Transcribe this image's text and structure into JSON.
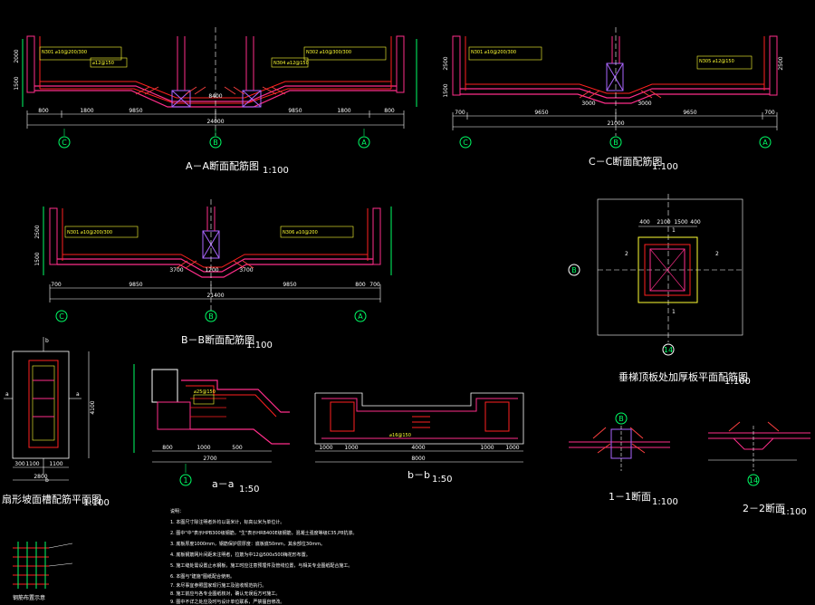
{
  "sections": {
    "aa": {
      "title": "A－A断面配筋图",
      "scale": "1:100",
      "dims": [
        "800",
        "1800",
        "9850",
        "9850",
        "1800",
        "800",
        "24000",
        "8400"
      ],
      "heights": [
        "2000",
        "1500"
      ],
      "axes": [
        "C",
        "B",
        "A"
      ]
    },
    "cc": {
      "title": "C－C断面配筋图",
      "scale": "1:100",
      "dims": [
        "700",
        "9650",
        "9650",
        "700",
        "21000",
        "3000",
        "3000"
      ],
      "heights": [
        "2500",
        "1500"
      ],
      "axes": [
        "C",
        "B",
        "A"
      ]
    },
    "bb": {
      "title": "B－B断面配筋图",
      "scale": "1:100",
      "dims": [
        "700",
        "9850",
        "9850",
        "800",
        "700",
        "21400",
        "3700",
        "1200",
        "3700"
      ],
      "heights": [
        "2500",
        "1500"
      ],
      "axes": [
        "C",
        "B",
        "A"
      ]
    },
    "plan": {
      "title": "垂梯顶板处加厚板平面配筋图",
      "scale": "1:100",
      "dims": [
        "400",
        "2100",
        "1500",
        "400"
      ],
      "axes": [
        "B",
        "14"
      ],
      "marks": [
        "2",
        "2",
        "1",
        "1"
      ]
    },
    "left_plan": {
      "title": "扇形坡面槽配筋平面图",
      "scale": "1:100",
      "dims": [
        "300",
        "1100",
        "1100",
        "2800",
        "4100"
      ],
      "axes": [
        "b",
        "b",
        "a",
        "a"
      ]
    },
    "a_a": {
      "title": "a－a",
      "scale": "1:50",
      "dims": [
        "800",
        "1000",
        "500",
        "2700"
      ],
      "axis": "1"
    },
    "b_b": {
      "title": "b－b",
      "scale": "1:50",
      "dims": [
        "1000",
        "1000",
        "4000",
        "1000",
        "1000",
        "8000"
      ]
    },
    "s11": {
      "title": "1－1断面",
      "scale": "1:100",
      "axis": "B"
    },
    "s22": {
      "title": "2－2断面",
      "scale": "1:100",
      "axis": "14"
    },
    "legend": {
      "title": "钢筋布置示意"
    }
  },
  "notes": {
    "heading": "说明：",
    "lines": [
      "1. 本图尺寸除注明者外均以毫米计，标高以米为单位计。",
      "2. 图中\"中\"表示HPB300级钢筋，\"生\"表示HRB400E级钢筋，混凝土强度等级C35,P8抗渗。",
      "3. 底板厚度1000mm，钢筋保护层厚度：底板底50mm，其余部位30mm。",
      "4. 底板钢筋网片间距未注明者，拉筋为中12@500x500梅花形布置。",
      "5. 施工缝处需设置止水钢板，施工时应注意预埋件及管线位置，与相关专业图纸配合施工。",
      "6. 本图与\"建施\"图纸配合使用。",
      "7. 未尽事宜参照国家现行施工及验收规范执行。",
      "8. 施工前应与各专业图纸核对，确认无误后方可施工。",
      "9. 图中不详之处应及时与设计单位联系，严禁擅自修改。"
    ]
  },
  "rebar_labels": [
    "N301 ⌀10@200/300",
    "N302 ⌀10@300/300",
    "⌀12@150",
    "N304 ⌀12@150",
    "N305 ⌀12@150",
    "N306 ⌀10@200",
    "⌀25@150",
    "⌀16@150"
  ]
}
